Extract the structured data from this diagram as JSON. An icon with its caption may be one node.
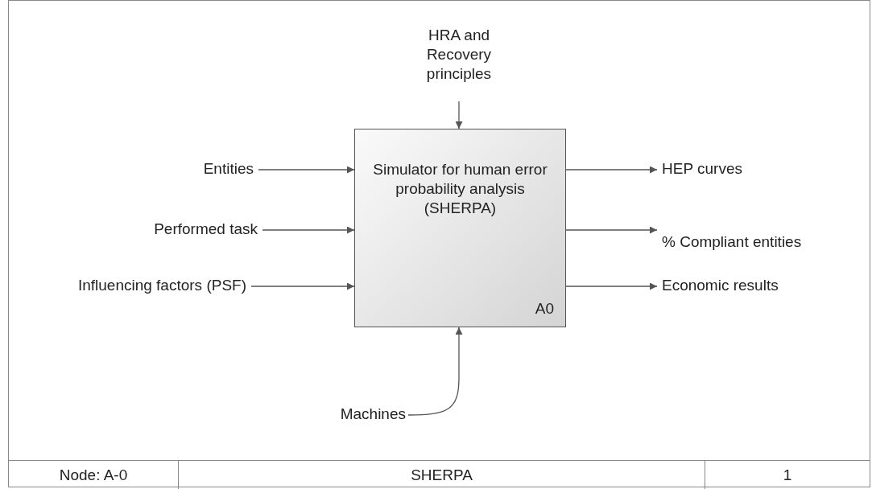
{
  "diagram": {
    "nodes": [
      {
        "text": [
          "Simulator for human error probability analysis (SHERPA)",
          "A0"
        ]
      },
      {
        "text": [
          "HRA and Recovery principles"
        ]
      },
      {
        "text": [
          "Entities"
        ]
      },
      {
        "text": [
          "Performed task"
        ]
      },
      {
        "text": [
          "Influencing factors (PSF)"
        ]
      },
      {
        "text": [
          "HEP curves"
        ]
      },
      {
        "text": [
          "% Compliant entities"
        ]
      },
      {
        "text": [
          "Economic results"
        ]
      },
      {
        "text": [
          "Machines"
        ]
      }
    ],
    "edges": [
      {
        "from": 1,
        "to": 0,
        "arrow": "to"
      },
      {
        "from": 2,
        "to": 0,
        "arrow": "to"
      },
      {
        "from": 3,
        "to": 0,
        "arrow": "to"
      },
      {
        "from": 4,
        "to": 0,
        "arrow": "to"
      },
      {
        "from": 0,
        "to": 5,
        "arrow": "to"
      },
      {
        "from": 0,
        "to": 6,
        "arrow": "to"
      },
      {
        "from": 0,
        "to": 7,
        "arrow": "to"
      },
      {
        "from": 8,
        "to": 0,
        "arrow": "to"
      }
    ],
    "labels": [
      "Node: A-0",
      "SHERPA",
      "1"
    ]
  }
}
